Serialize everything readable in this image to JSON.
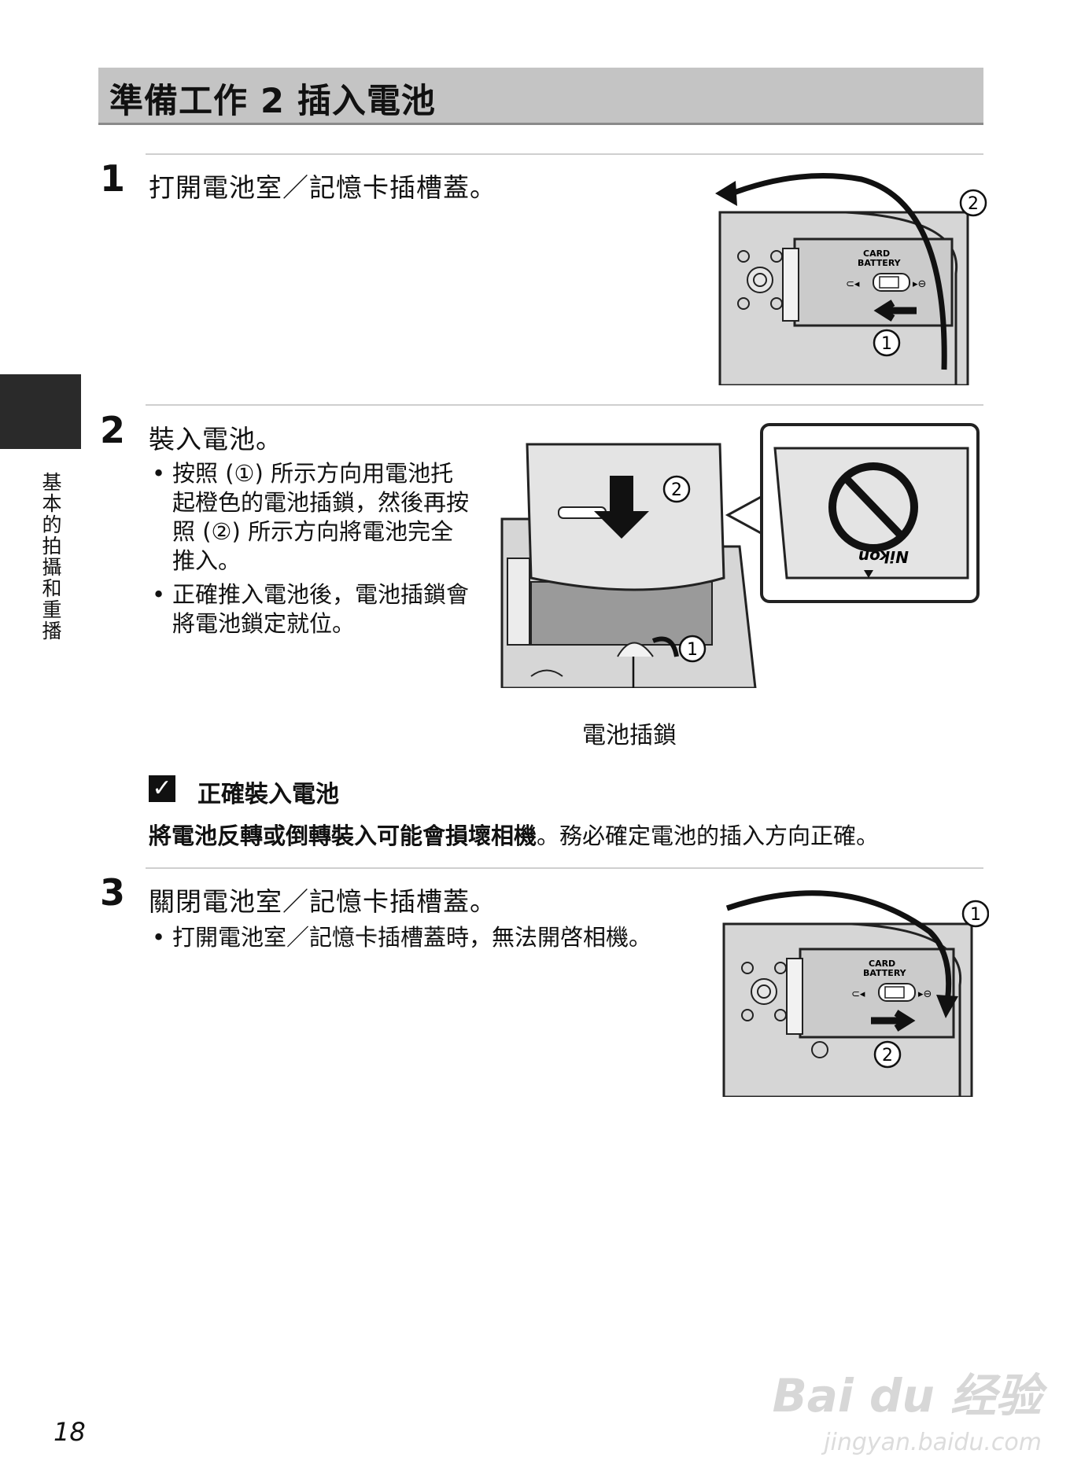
{
  "page_title": "準備工作 2 插入電池",
  "side_tab": "基本的拍攝和重播",
  "steps": [
    {
      "num": "1",
      "text": "打開電池室／記憶卡插槽蓋。"
    },
    {
      "num": "2",
      "text": "裝入電池。",
      "bullets": [
        [
          "按照 (①) 所示方向用電池托",
          "起橙色的電池插鎖，然後再按",
          "照 (②) 所示方向將電池完全",
          "推入。"
        ],
        [
          "正確推入電池後，電池插鎖會",
          "將電池鎖定就位。"
        ]
      ],
      "caption": "電池插鎖"
    },
    {
      "num": "3",
      "text": "關閉電池室／記憶卡插槽蓋。",
      "bullets": [
        [
          "打開電池室／記憶卡插槽蓋時，無法開啓相機。"
        ]
      ]
    }
  ],
  "note": {
    "title": "正確裝入電池",
    "body_bold": "將電池反轉或倒轉裝入可能會損壞相機",
    "body_rest": "。務必確定電池的插入方向正確。"
  },
  "figure_labels": {
    "card": "CARD",
    "battery": "BATTERY",
    "circ1": "1",
    "circ2": "2",
    "brand": "Nikon"
  },
  "page_number": "18",
  "watermark": {
    "main": "Bai du 经验",
    "sub": "jingyan.baidu.com"
  }
}
